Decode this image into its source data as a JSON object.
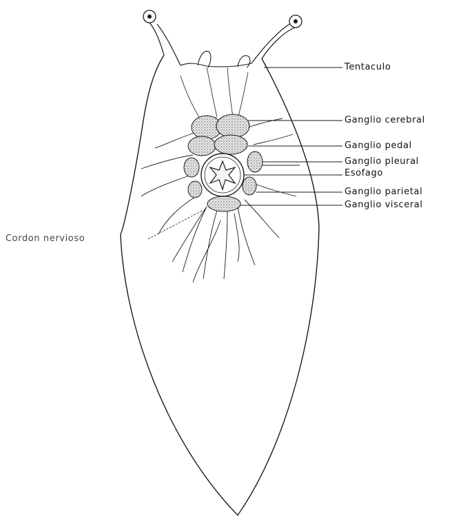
{
  "labels": {
    "tentaculo": "Tentaculo",
    "ganglio_cerebral": "Ganglio cerebral",
    "ganglio_pedal": "Ganglio pedal",
    "ganglio_pleural": "Ganglio pleural",
    "esofago": "Esofago",
    "ganglio_parietal": "Ganglio parietal",
    "ganglio_visceral": "Ganglio visceral",
    "cordon_nervioso": "Cordon nervioso"
  },
  "colors": {
    "ink": "#1a1a1a",
    "ganglion_fill": "#d9d9d9",
    "background": "#ffffff"
  }
}
